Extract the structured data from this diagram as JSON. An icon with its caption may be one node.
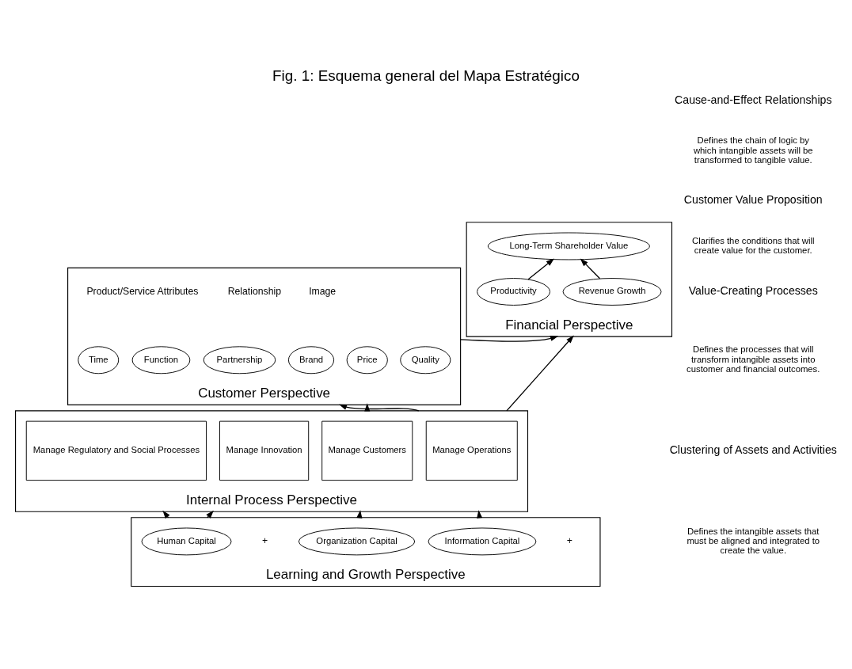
{
  "diagram": {
    "title": "Fig. 1: Esquema general del Mapa Estratégico",
    "nodes": [
      {
        "text": [
          "Financial Perspective"
        ]
      },
      {
        "text": [
          "Productivity"
        ],
        "in": 0
      },
      {
        "text": [
          "Long-Term Shareholder Value"
        ],
        "in": 0
      },
      {
        "text": [
          "Revenue Growth"
        ],
        "in": 0
      },
      {
        "text": [
          "Customer Perspective"
        ]
      },
      {
        "text": [
          "Price"
        ],
        "in": 4
      },
      {
        "text": [
          "Quality"
        ],
        "in": 4
      },
      {
        "text": [
          "Time"
        ],
        "in": 4
      },
      {
        "text": [
          "Function"
        ],
        "in": 4
      },
      {
        "text": [
          "Partnership"
        ],
        "in": 4
      },
      {
        "text": [
          "Brand"
        ],
        "in": 4
      },
      {
        "text": [
          "Internal Process Perspective"
        ]
      },
      {
        "text": [
          "Manage Operations"
        ],
        "in": 11
      },
      {
        "text": [
          "Manage Customers"
        ],
        "in": 11
      },
      {
        "text": [
          "Manage Innovation"
        ],
        "in": 11
      },
      {
        "text": [
          "Manage Regulatory and Social Processes"
        ],
        "in": 11
      },
      {
        "text": [
          "Learning and Growth Perspective"
        ]
      },
      {
        "text": [
          "Human Capital"
        ],
        "in": 16
      },
      {
        "text": [
          "Information Capital"
        ],
        "in": 16
      },
      {
        "text": [
          "Organization Capital"
        ],
        "in": 16
      }
    ],
    "edges": [
      {
        "from": 1,
        "to": 2,
        "arrow": "to"
      },
      {
        "from": 3,
        "to": 2,
        "arrow": "to"
      },
      {
        "from": 11,
        "to": 0,
        "arrow": "to"
      },
      {
        "from": 4,
        "to": 0,
        "arrow": "to"
      },
      {
        "from": 11,
        "to": 4,
        "arrow": "to"
      },
      {
        "from": 11,
        "to": 4,
        "arrow": "to"
      },
      {
        "from": 16,
        "to": 11,
        "arrow": "to"
      },
      {
        "from": 16,
        "to": 11,
        "arrow": "to"
      },
      {
        "from": 16,
        "to": 11,
        "arrow": "to"
      },
      {
        "from": 16,
        "to": 11,
        "arrow": "to"
      }
    ],
    "labels": [
      "Cause-and-Effect Relationships",
      "Defines the chain of logic by which intangible assets will be transformed to tangible value.",
      "Product/Service Attributes",
      "Relationship",
      "Image",
      "Customer Value Proposition",
      "Clarifies the conditions that will create value for the customer.",
      "Value-Creating Processes",
      "Defines the processes that will transform intangible assets into customer and financial outcomes.",
      "Clustering of Assets and Activities",
      "+",
      "+",
      "Defines the intangible assets that must be aligned and integrated to create the value."
    ]
  }
}
